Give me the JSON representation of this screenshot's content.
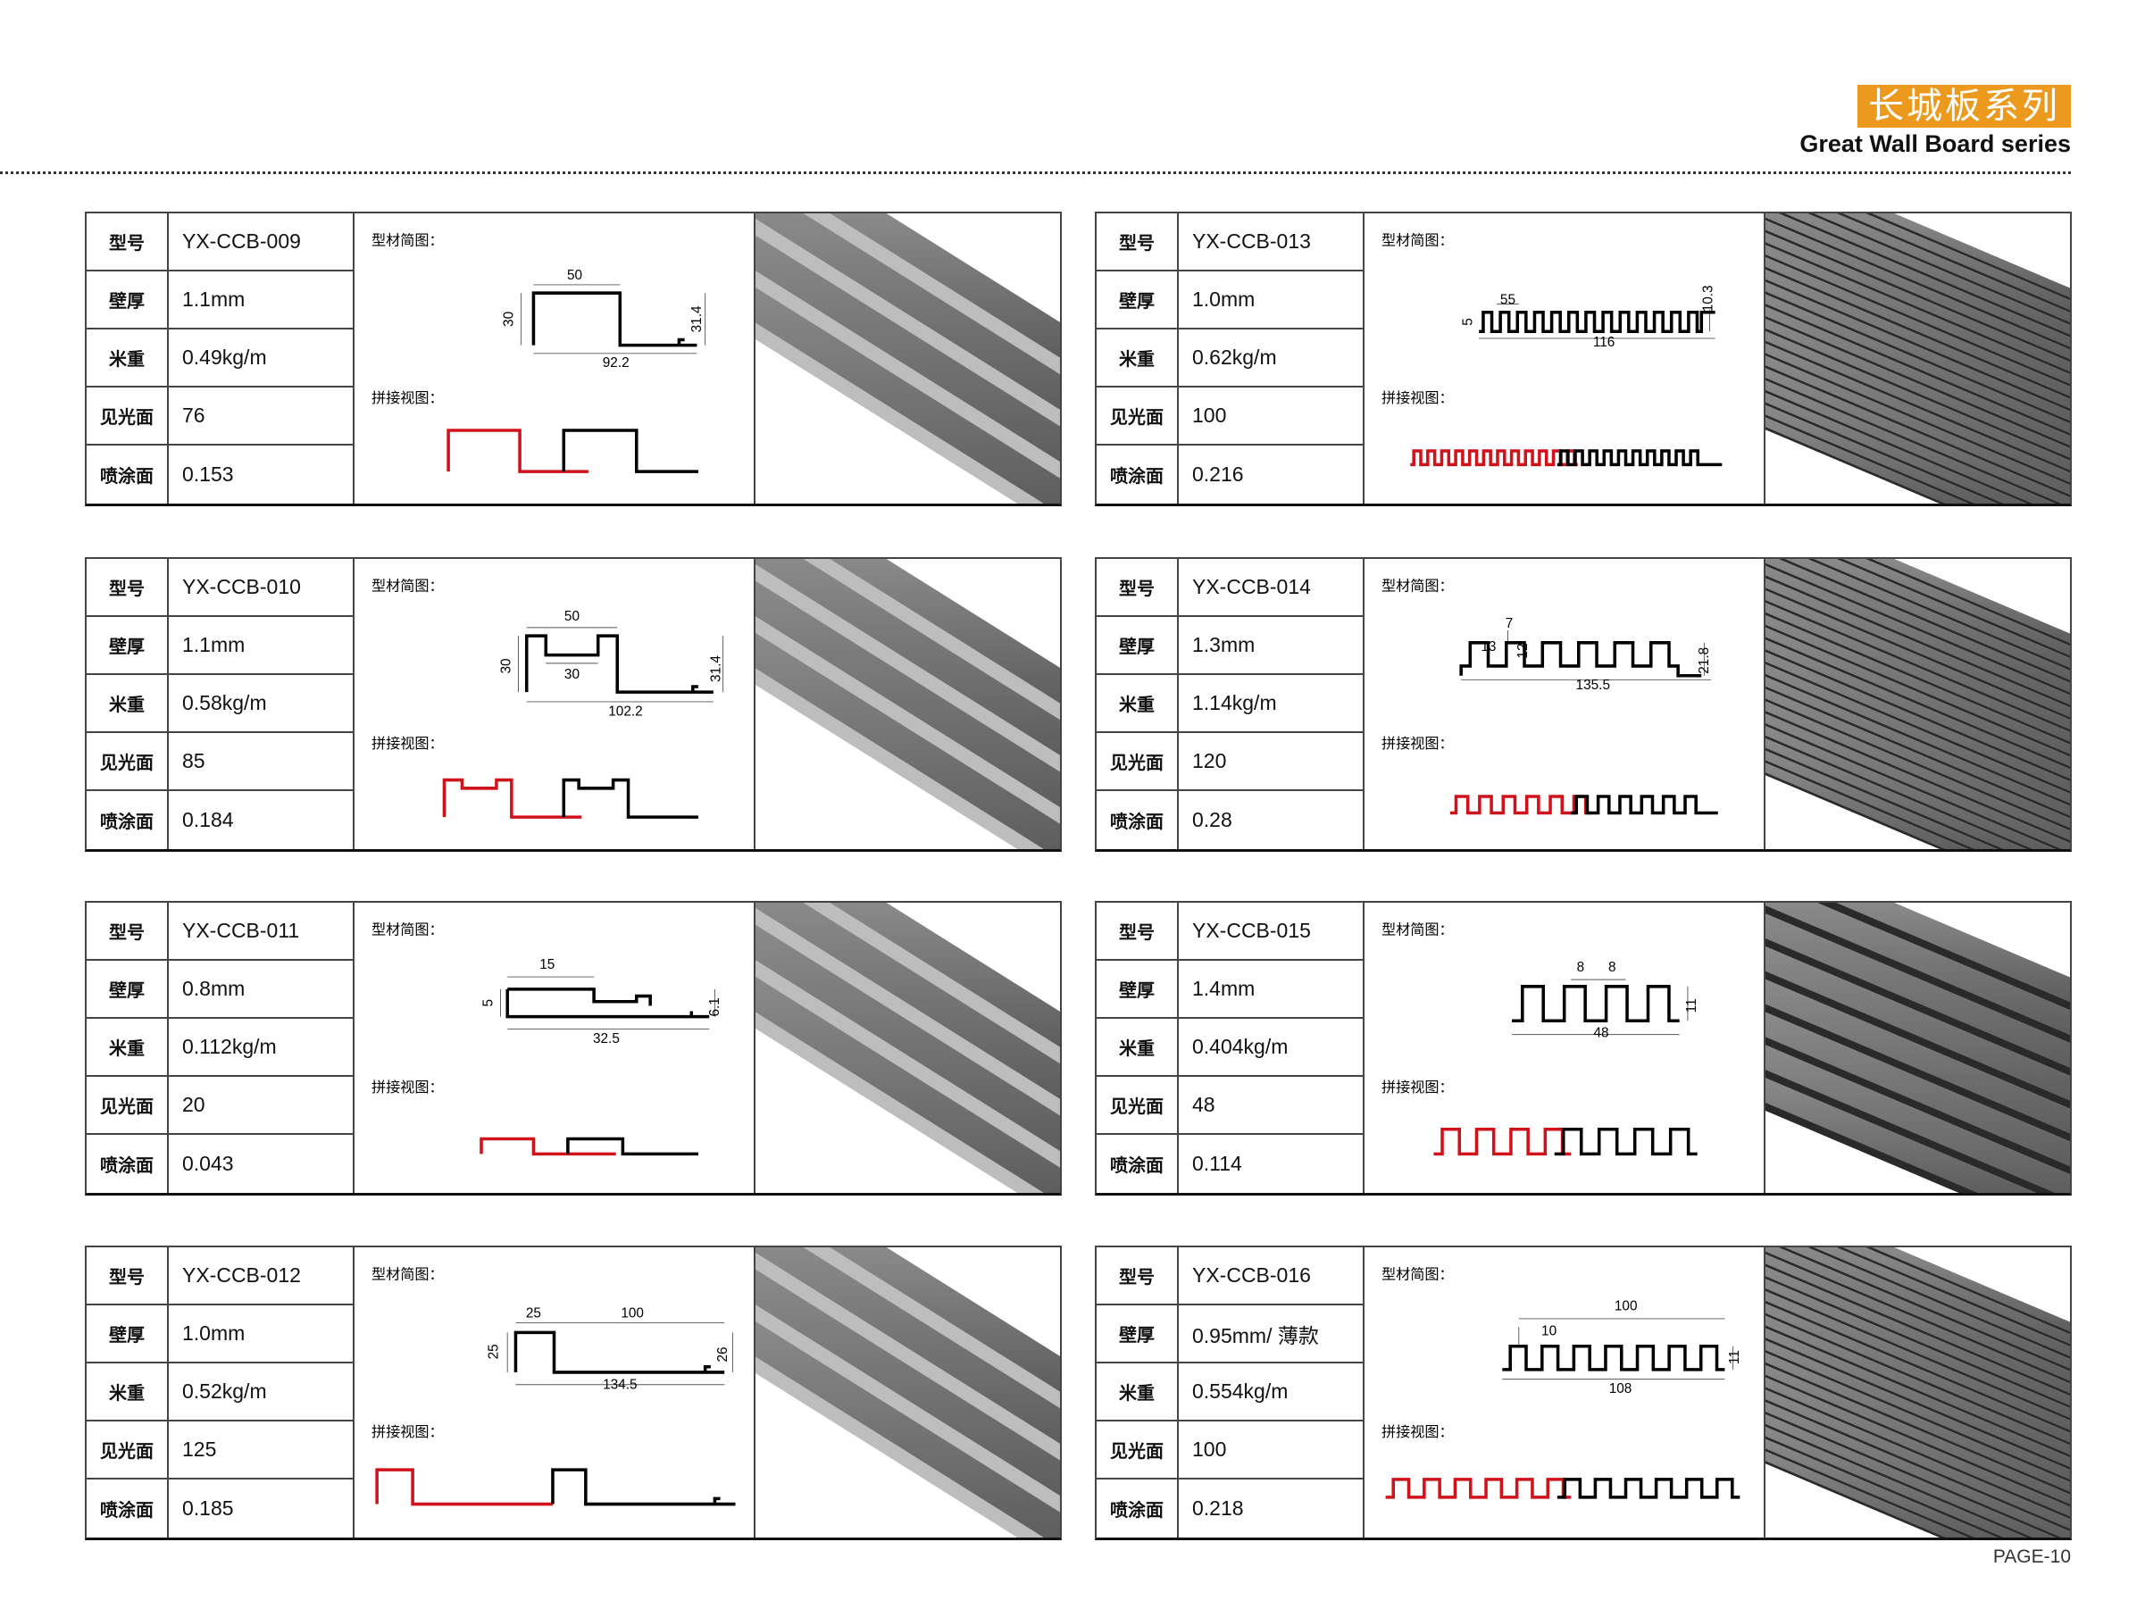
{
  "header": {
    "title_cn": "长城板系列",
    "title_en": "Great Wall Board series"
  },
  "page_number": "PAGE-10",
  "spec_labels": [
    "型号",
    "壁厚",
    "米重",
    "见光面",
    "喷涂面"
  ],
  "diagram_title": "型材简图：",
  "splice_title": "拼接视图：",
  "colors": {
    "accent": "#ec9a1e",
    "splice_red": "#d0121b"
  },
  "cards": [
    {
      "values": [
        "YX-CCB-009",
        "1.1mm",
        "0.49kg/m",
        "76",
        "0.153"
      ],
      "dims": [
        "50",
        "30",
        "31.4",
        "92.2"
      ]
    },
    {
      "values": [
        "YX-CCB-013",
        "1.0mm",
        "0.62kg/m",
        "100",
        "0.216"
      ],
      "dims": [
        "55",
        "5",
        "10.3",
        "116"
      ]
    },
    {
      "values": [
        "YX-CCB-010",
        "1.1mm",
        "0.58kg/m",
        "85",
        "0.184"
      ],
      "dims": [
        "50",
        "30",
        "30",
        "31.4",
        "102.2"
      ]
    },
    {
      "values": [
        "YX-CCB-014",
        "1.3mm",
        "1.14kg/m",
        "120",
        "0.28"
      ],
      "dims": [
        "7",
        "13",
        "12",
        "21.8",
        "135.5"
      ]
    },
    {
      "values": [
        "YX-CCB-011",
        "0.8mm",
        "0.112kg/m",
        "20",
        "0.043"
      ],
      "dims": [
        "15",
        "5",
        "6.1",
        "32.5"
      ]
    },
    {
      "values": [
        "YX-CCB-015",
        "1.4mm",
        "0.404kg/m",
        "48",
        "0.114"
      ],
      "dims": [
        "8",
        "8",
        "11",
        "48"
      ]
    },
    {
      "values": [
        "YX-CCB-012",
        "1.0mm",
        "0.52kg/m",
        "125",
        "0.185"
      ],
      "dims": [
        "25",
        "100",
        "25",
        "26",
        "134.5"
      ]
    },
    {
      "values": [
        "YX-CCB-016",
        "0.95mm/ 薄款",
        "0.554kg/m",
        "100",
        "0.218"
      ],
      "dims": [
        "100",
        "10",
        "11",
        "108"
      ]
    }
  ]
}
